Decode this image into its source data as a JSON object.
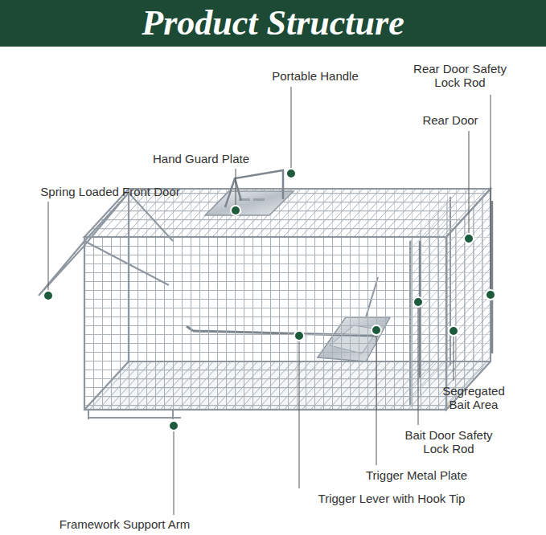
{
  "diagram": {
    "title": "Product Structure",
    "labels": [
      "Portable Handle",
      "Rear Door Safety Lock Rod",
      "Rear Door",
      "Hand Guard Plate",
      "Spring Loaded Front Door",
      "Segregated Bait Area",
      "Bait Door Safety Lock Rod",
      "Trigger Metal Plate",
      "Trigger Lever with Hook Tip",
      "Framework Support Arm"
    ]
  }
}
